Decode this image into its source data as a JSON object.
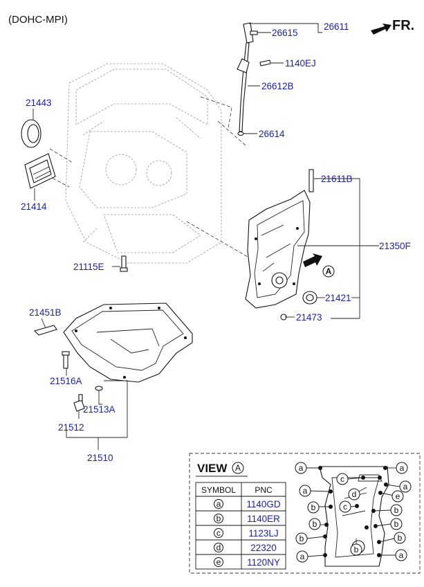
{
  "engine_label": "(DOHC-MPI)",
  "front_label": "FR.",
  "parts": {
    "p26611": "26611",
    "p26615": "26615",
    "p1140EJ": "1140EJ",
    "p26612B": "26612B",
    "p26614": "26614",
    "p21443": "21443",
    "p21414": "21414",
    "p21611B": "21611B",
    "p21350F": "21350F",
    "p21115E": "21115E",
    "p21421": "21421",
    "p21473": "21473",
    "p21451B": "21451B",
    "p21516A": "21516A",
    "p21513A": "21513A",
    "p21512": "21512",
    "p21510": "21510"
  },
  "view_marker": "A",
  "view": {
    "title": "VIEW",
    "marker": "A",
    "headers": [
      "SYMBOL",
      "PNC"
    ],
    "rows": [
      {
        "symbol": "a",
        "pnc": "1140GD"
      },
      {
        "symbol": "b",
        "pnc": "1140ER"
      },
      {
        "symbol": "c",
        "pnc": "1123LJ"
      },
      {
        "symbol": "d",
        "pnc": "22320"
      },
      {
        "symbol": "e",
        "pnc": "1120NY"
      }
    ],
    "bolt_callouts": {
      "a": "a",
      "b": "b",
      "c": "c",
      "d": "d",
      "e": "e"
    }
  },
  "colors": {
    "pnc_text": "#1a1fa8",
    "line": "#111111",
    "ghost": "#9a9a9a"
  }
}
